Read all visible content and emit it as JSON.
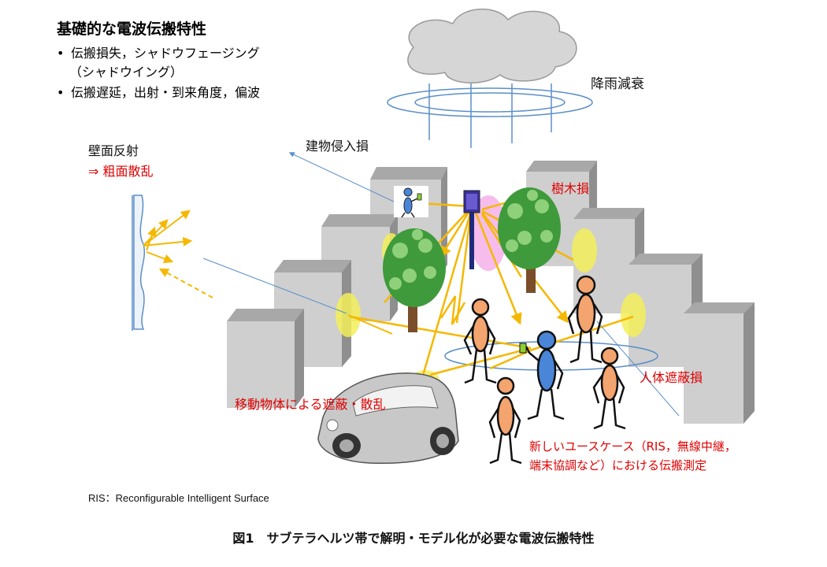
{
  "heading": {
    "title": "基礎的な電波伝搬特性",
    "bullets": [
      "伝搬損失，シャドウフェージング",
      "（シャドウイング）",
      "伝搬遅延，出射・到来角度，偏波"
    ],
    "bullet_symbol": "•"
  },
  "labels": {
    "rain": "降雨減衰",
    "wall_reflection": "壁面反射",
    "wall_scatter": "⇒ 粗面散乱",
    "building_entry": "建物侵入損",
    "tree_loss": "樹木損",
    "human_body": "人体遮蔽損",
    "moving_object": "移動物体による遮蔽・散乱",
    "use_case_line1": "新しいユースケース（RIS，無線中継，",
    "use_case_line2": "端末協調など）における伝搬測定"
  },
  "footnote": "RIS：Reconfigurable  Intelligent  Surface",
  "caption": "図1　サブテラヘルツ帯で解明・モデル化が必要な電波伝搬特性",
  "colors": {
    "ray": "#f5b800",
    "thin_arrow": "#5b8fc9",
    "ellipse_yellow": "#f3ee5a",
    "ellipse_pink": "#f3a6e6",
    "person_orange": "#f4a46e",
    "person_blue": "#4a86d8",
    "tree_green": "#3f9a3c",
    "building": "#c8c8c8",
    "cloud": "#d6d6d6",
    "label_red": "#e00000"
  }
}
